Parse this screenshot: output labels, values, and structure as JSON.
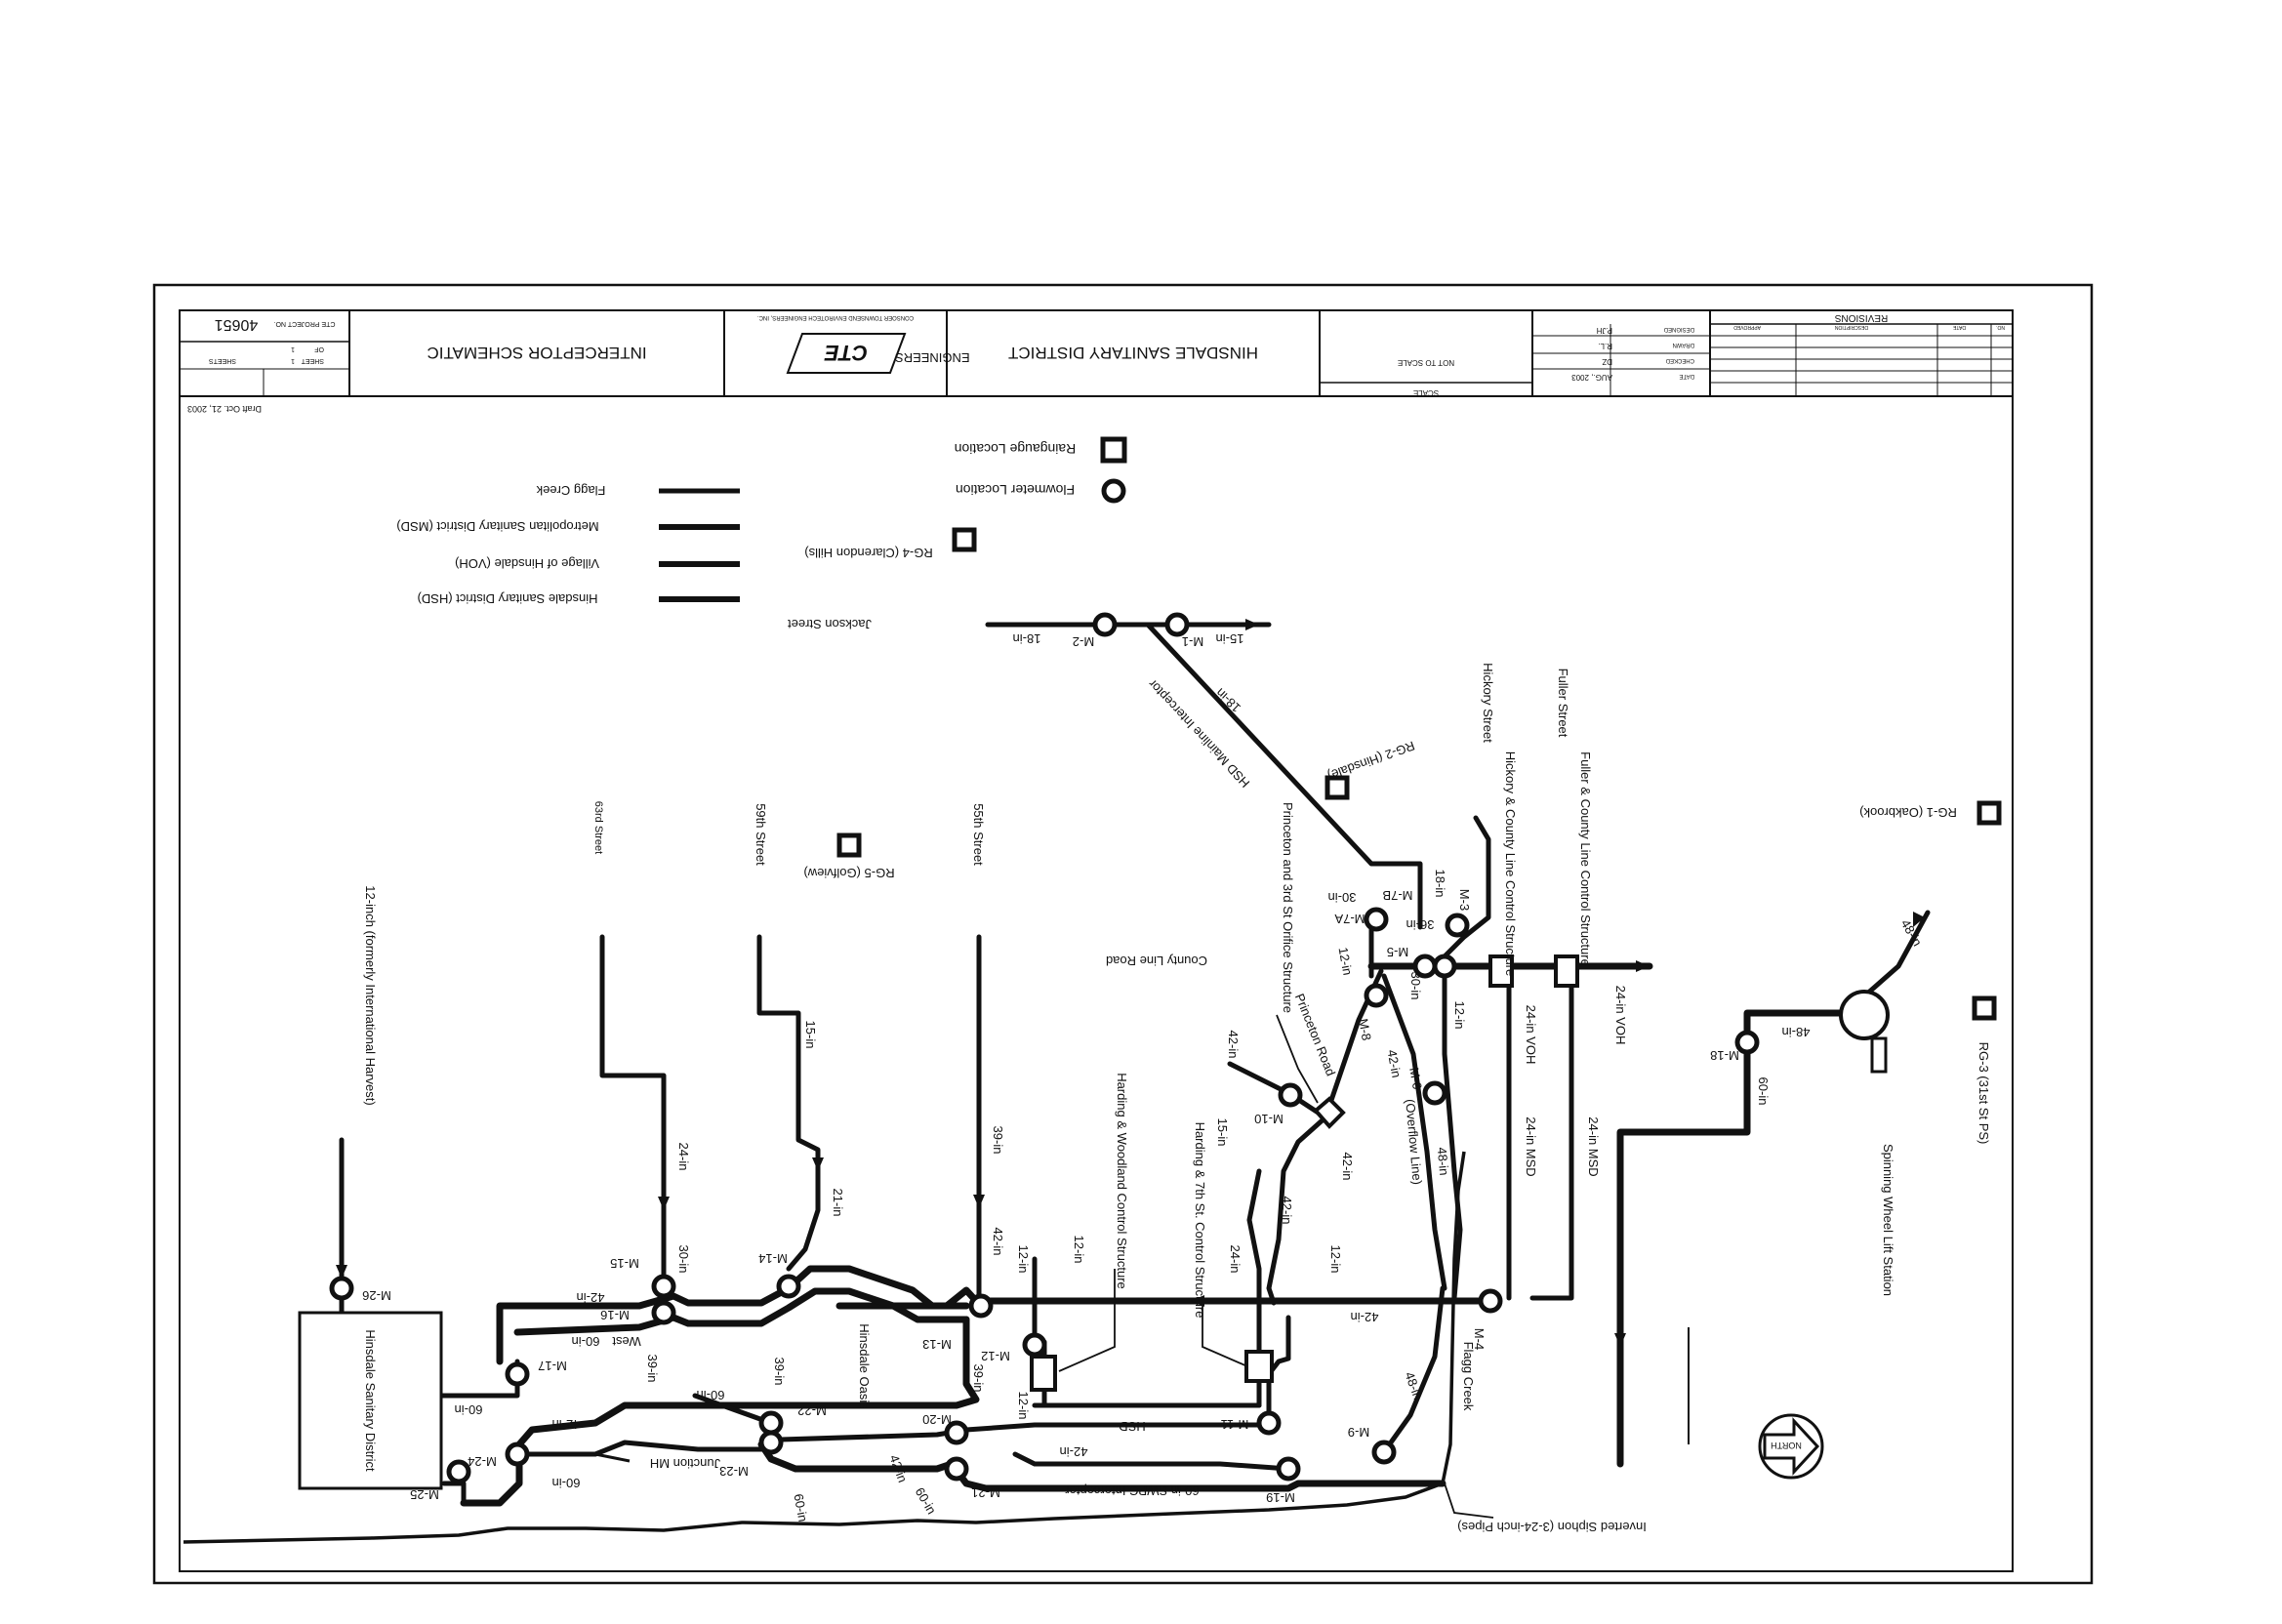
{
  "title_block": {
    "drawing_title": "INTERCEPTOR SCHEMATIC",
    "client": "HINSDALE SANITARY DISTRICT",
    "firm_logo": "CTE",
    "firm_name": "ENGINEERS",
    "firm_subtitle": "CONSOER TOWNSEND ENVIROTECH ENGINEERS, INC.",
    "project_no_label": "CTE PROJECT NO.",
    "project_no": "40651",
    "sheet_label": "SHEET",
    "sheet_no": "1",
    "of_label": "OF",
    "of_no": "1",
    "sheets_label": "SHEETS",
    "scale_label": "SCALE",
    "scale_value": "NOT TO SCALE",
    "date_label": "DATE",
    "date_value": "AUG., 2003",
    "designed_label": "DESIGNED",
    "designed_value": "P.JH",
    "drawn_label": "DRAWN",
    "drawn_value": "R.L.",
    "checked_label": "CHECKED",
    "checked_value": "DZ",
    "approved_label": "APPROVED",
    "revisions_label": "REVISIONS",
    "rev_no_label": "NO.",
    "rev_date_label": "DATE",
    "rev_desc_label": "DESCRIPTION",
    "draft_note": "Draft Oct. 21, 2003"
  },
  "legend": {
    "raingauge": "Raingauge Location",
    "flowmeter": "Flowmeter Location",
    "flagg_creek": "Flagg Creek",
    "msd": "Metropolitan Sanitary District (MSD)",
    "voh": "Village of Hinsdale (VOH)",
    "hsd": "Hinsdale Sanitary District (HSD)"
  },
  "raingauges": [
    "RG-1 (Oakbrook)",
    "RG-2 (Hinsdale)",
    "RG-3 (31st St PS)",
    "RG-4 (Clarendon Hills)",
    "RG-5 (Golfview)"
  ],
  "streets": {
    "jackson": "Jackson Street",
    "hickory": "Hickory Street",
    "fuller": "Fuller Street",
    "st55": "55th Street",
    "st59": "59th Street",
    "st63": "63rd Street",
    "county_line": "County Line Road",
    "princeton": "Princeton Road"
  },
  "structures": {
    "hickory_county": "Hickory & County Line Control Structure",
    "fuller_county": "Fuller & County Line Control Structure",
    "princeton_orifice": "Princeton and 3rd St Orifice Structure",
    "harding_woodland": "Harding & Woodland Control Structure",
    "harding_7th": "Harding & 7th St. Control Structure",
    "spinning_wheel": "Spinning Wheel Lift Station",
    "hsd_plant": "Hinsdale Sanitary District",
    "hinsdale_oasis": "Hinsdale Oasis",
    "junction_mh": "Junction MH",
    "inverted_siphon": "Inverted Siphon (3-24-inch Pipes)",
    "twelve_inch_note": "12-inch (formerly International Harvest)",
    "flagg_creek": "Flagg Creek",
    "overflow_line": "(Overflow Line)",
    "hsd_mainline": "HSD Mainline Interceptor",
    "swpc": "60-in SWPC Interceptor",
    "hsd_label": "HSD",
    "west_label": "West"
  },
  "meters": [
    "M-1",
    "M-2",
    "M-3",
    "M-4",
    "M-5",
    "M-6",
    "M-7A",
    "M-7B",
    "M-8",
    "M-9",
    "M-10",
    "M-11",
    "M-12",
    "M-13",
    "M-14",
    "M-15",
    "M-16",
    "M-17",
    "M-18",
    "M-19",
    "M-20",
    "M-21",
    "M-22",
    "M-23",
    "M-24",
    "M-25",
    "M-26"
  ],
  "pipe_sizes": {
    "p15": "15-in",
    "p18": "18-in",
    "p12": "12-in",
    "p21": "21-in",
    "p24": "24-in",
    "p30": "30-in",
    "p36": "36-in",
    "p39": "39-in",
    "p42": "42-in",
    "p48": "48-in",
    "p60": "60-in",
    "p24voh": "24-in VOH",
    "p24msd": "24-in MSD"
  },
  "north_arrow": "NORTH",
  "colors": {
    "ink": "#111111",
    "paper": "#ffffff"
  }
}
